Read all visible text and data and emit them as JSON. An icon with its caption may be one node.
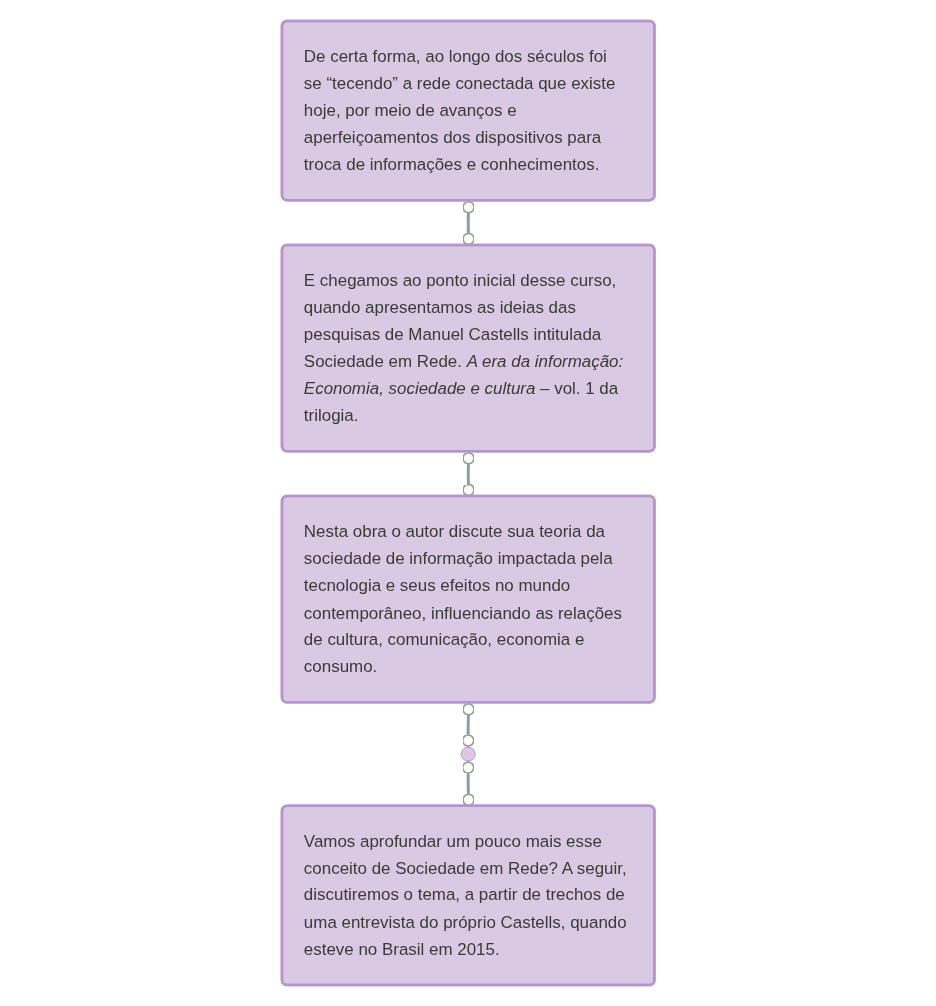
{
  "diagram": {
    "nodes": [
      {
        "text": [
          "De certa forma, ao longo dos séculos foi se “tecendo” a rede conectada que existe hoje, por meio de avanços e aperfeiçoamentos dos dispositivos para troca de informações e conhecimentos."
        ]
      },
      {
        "text": [
          "E chegamos ao ponto inicial desse curso, quando apresentamos as ideias das pesquisas de Manuel Castells intitulada Sociedade em Rede. *A era da informação: Economia, sociedade e cultura* – vol. 1 da trilogia."
        ]
      },
      {
        "text": [
          "Nesta obra o autor discute sua teoria da sociedade de informação impactada pela tecnologia e seus efeitos no mundo contemporâneo, influenciando as relações de cultura, comunicação, economia e consumo."
        ]
      },
      {
        "text": [],
        "shape": "circle"
      },
      {
        "text": [
          "Vamos aprofundar um pouco mais esse conceito de Sociedade em Rede? A seguir, discutiremos o tema, a partir de trechos de uma entrevista do próprio Castells, quando esteve no Brasil em 2015."
        ]
      }
    ],
    "edges": [
      {
        "from": 0,
        "to": 1,
        "arrow": "other"
      },
      {
        "from": 1,
        "to": 2,
        "arrow": "other"
      },
      {
        "from": 2,
        "to": 3,
        "arrow": "other"
      },
      {
        "from": 3,
        "to": 4,
        "arrow": "other"
      }
    ]
  }
}
